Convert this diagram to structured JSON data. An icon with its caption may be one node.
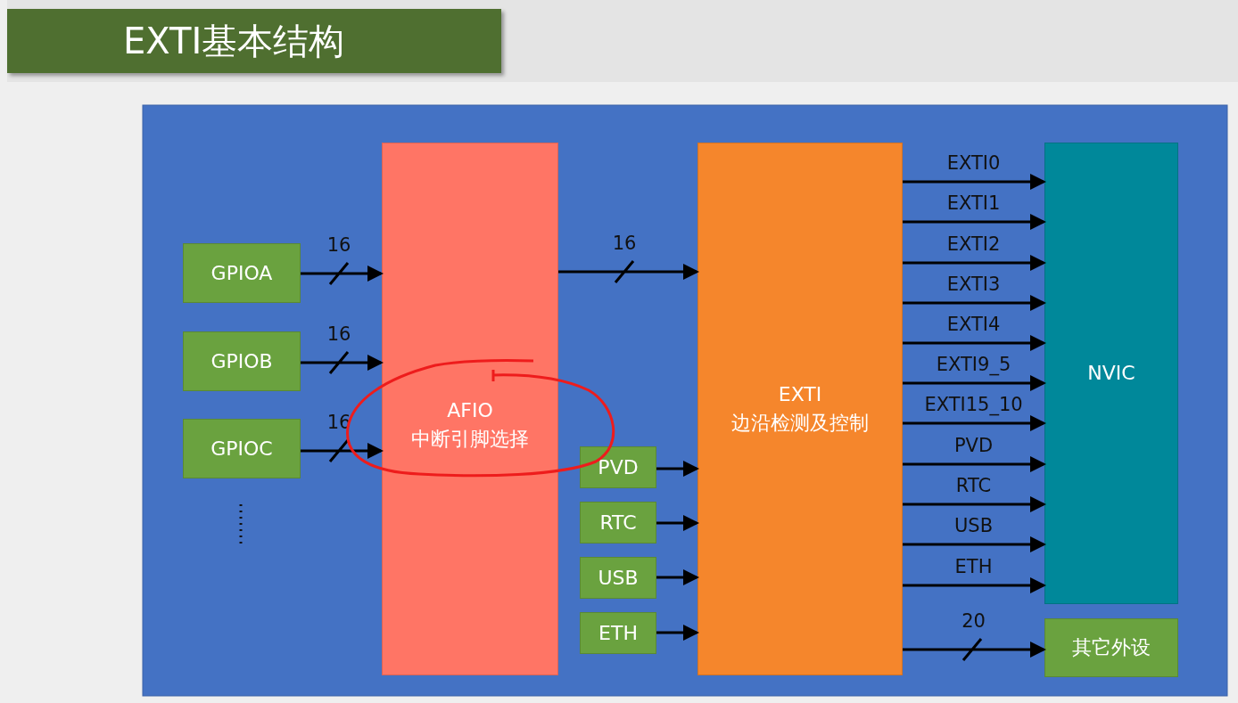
{
  "diagram": {
    "title": "EXTI基本结构",
    "nodes": [
      {
        "text": [
          "GPIOA"
        ]
      },
      {
        "text": [
          "GPIOB"
        ]
      },
      {
        "text": [
          "GPIOC"
        ]
      },
      {
        "text": [
          "AFIO",
          "中断引脚选择"
        ]
      },
      {
        "text": [
          "PVD"
        ]
      },
      {
        "text": [
          "RTC"
        ]
      },
      {
        "text": [
          "USB"
        ]
      },
      {
        "text": [
          "ETH"
        ]
      },
      {
        "text": [
          "EXTI",
          "边沿检测及控制"
        ]
      },
      {
        "text": [
          "NVIC"
        ]
      },
      {
        "text": [
          "其它外设"
        ]
      }
    ],
    "edges": [
      {
        "from": 0,
        "to": 3,
        "arrow": "to",
        "label": "16"
      },
      {
        "from": 1,
        "to": 3,
        "arrow": "to",
        "label": "16"
      },
      {
        "from": 2,
        "to": 3,
        "arrow": "to",
        "label": "16"
      },
      {
        "from": 3,
        "to": 8,
        "arrow": "to",
        "label": "16"
      },
      {
        "from": 4,
        "to": 8,
        "arrow": "to"
      },
      {
        "from": 5,
        "to": 8,
        "arrow": "to"
      },
      {
        "from": 6,
        "to": 8,
        "arrow": "to"
      },
      {
        "from": 7,
        "to": 8,
        "arrow": "to"
      },
      {
        "from": 8,
        "to": 9,
        "arrow": "to",
        "label": "EXTI0"
      },
      {
        "from": 8,
        "to": 9,
        "arrow": "to",
        "label": "EXTI1"
      },
      {
        "from": 8,
        "to": 9,
        "arrow": "to",
        "label": "EXTI2"
      },
      {
        "from": 8,
        "to": 9,
        "arrow": "to",
        "label": "EXTI3"
      },
      {
        "from": 8,
        "to": 9,
        "arrow": "to",
        "label": "EXTI4"
      },
      {
        "from": 8,
        "to": 9,
        "arrow": "to",
        "label": "EXTI9_5"
      },
      {
        "from": 8,
        "to": 9,
        "arrow": "to",
        "label": "EXTI15_10"
      },
      {
        "from": 8,
        "to": 9,
        "arrow": "to",
        "label": "PVD"
      },
      {
        "from": 8,
        "to": 9,
        "arrow": "to",
        "label": "RTC"
      },
      {
        "from": 8,
        "to": 9,
        "arrow": "to",
        "label": "USB"
      },
      {
        "from": 8,
        "to": 9,
        "arrow": "to",
        "label": "ETH"
      },
      {
        "from": 8,
        "to": 10,
        "arrow": "to",
        "label": "20"
      }
    ]
  }
}
